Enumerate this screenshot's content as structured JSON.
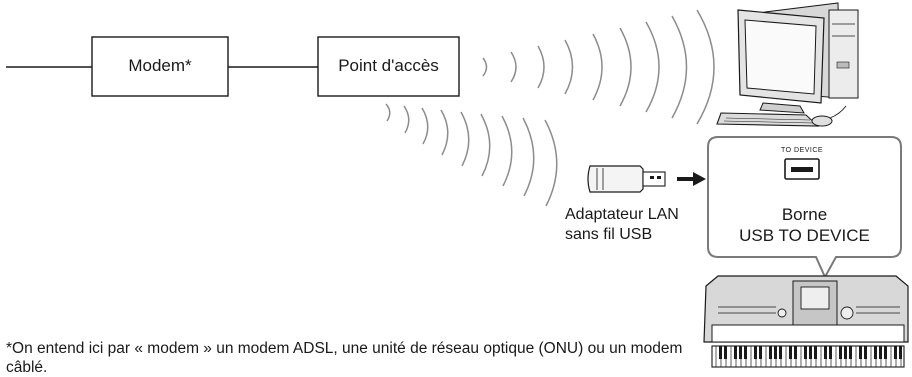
{
  "labels": {
    "modem": "Modem*",
    "access_point": "Point d'accès",
    "adapter_line1": "Adaptateur LAN",
    "adapter_line2": "sans fil USB",
    "port_caption": "TO DEVICE",
    "port_line1": "Borne",
    "port_line2": "USB TO DEVICE",
    "footnote": "*On entend ici par « modem » un modem ADSL, une unité de réseau optique (ONU) ou un modem câblé."
  },
  "colors": {
    "stroke": "#1a1a1a",
    "wave": "#8c8c8c",
    "callout_border": "#7a7a7a",
    "device_body": "#d8d8d8"
  },
  "icons": [
    "computer-icon",
    "usb-adapter-icon",
    "arrow-right-icon",
    "usb-port-icon",
    "keyboard-icon"
  ]
}
